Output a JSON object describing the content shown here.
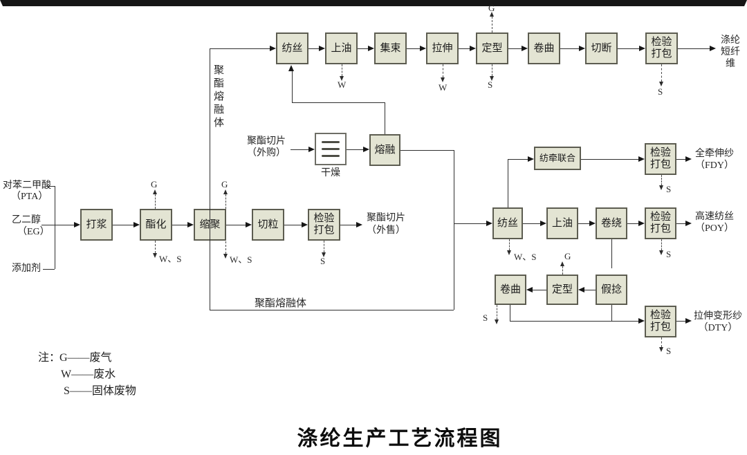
{
  "title": "涤纶生产工艺流程图",
  "legend": {
    "prefix": "注：",
    "gas": "G——废气",
    "water": "W——废水",
    "solid": "S——固体废物"
  },
  "inputs": {
    "pta_name": "对苯二甲酸",
    "pta_abbr": "（PTA）",
    "eg_name": "乙二醇",
    "eg_abbr": "（EG）",
    "additive": "添加剂"
  },
  "boxes": {
    "pulping": "打浆",
    "esterification": "酯化",
    "polycondensation": "缩聚",
    "pelletizing": "切粒",
    "inspect_pack": "检验打包",
    "spinning": "纺丝",
    "oiling": "上油",
    "bundling": "集束",
    "drawing": "拉伸",
    "setting": "定型",
    "crimping": "卷曲",
    "cutting": "切断",
    "drying": "干燥",
    "melting": "熔融",
    "spin_draw": "纺牵联合",
    "winding": "卷绕",
    "false_twist": "假捻"
  },
  "labels": {
    "melt_vertical": "聚酯熔融体",
    "melt_horizontal": "聚酯熔融体",
    "chips_purchased_1": "聚酯切片",
    "chips_purchased_2": "（外购）",
    "chips_sold_1": "聚酯切片",
    "chips_sold_2": "（外售）"
  },
  "outputs": {
    "staple": "涤纶短纤维",
    "fdy_1": "全牵伸纱",
    "fdy_2": "（FDY）",
    "poy_1": "高速纺丝",
    "poy_2": "（POY）",
    "dty_1": "拉伸变形纱",
    "dty_2": "（DTY）"
  },
  "emissions": {
    "g": "G",
    "w": "W",
    "s": "S",
    "ws": "W、S"
  },
  "colors": {
    "box_fill": "#e3e4d3",
    "box_border": "#5c5c50",
    "line": "#2e2e2e",
    "dashed": "#4a4a4a"
  }
}
